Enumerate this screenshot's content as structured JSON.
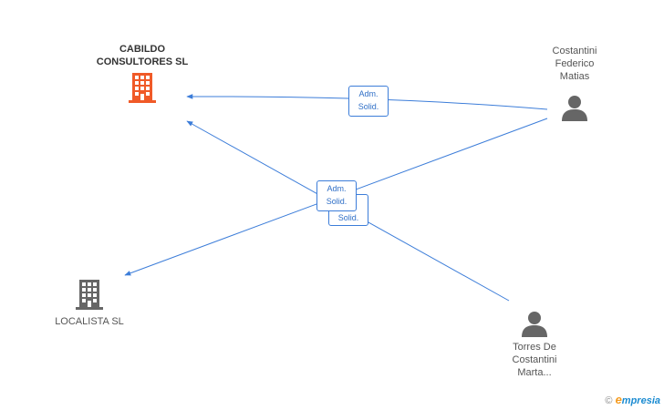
{
  "nodes": {
    "cabildo": {
      "label": "CABILDO\nCONSULTORES SL",
      "icon": "building-icon",
      "color": "#f05a28"
    },
    "localista": {
      "label": "LOCALISTA  SL",
      "icon": "building-icon",
      "color": "#666666"
    },
    "costantini_federico": {
      "label": "Costantini\nFederico\nMatias",
      "icon": "person-icon",
      "color": "#666666"
    },
    "torres": {
      "label": "Torres De\nCostantini\nMarta...",
      "icon": "person-icon",
      "color": "#666666"
    }
  },
  "relations": {
    "r1": "Adm.\nSolid.",
    "r2": "Adm.\nSolid.",
    "r3": "Solid."
  },
  "colors": {
    "edge": "#3c7dd9",
    "accent": "#f05a28",
    "icon_gray": "#666666"
  },
  "brand": {
    "copyright": "©",
    "first": "e",
    "rest": "mpresia"
  }
}
